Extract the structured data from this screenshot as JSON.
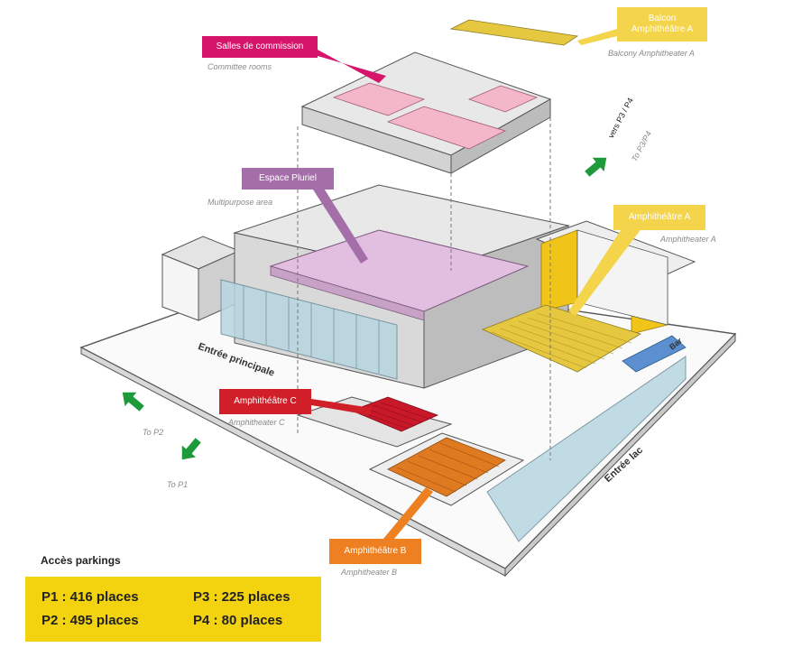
{
  "labels": {
    "salles_commission": {
      "fr": "Salles de commission",
      "en": "Committee rooms",
      "color": "#d6156a"
    },
    "balcon": {
      "fr_line1": "Balcon",
      "fr_line2": "Amphithéâtre A",
      "en": "Balcony Amphitheater A",
      "color": "#f3d44a"
    },
    "vers_p3p4": {
      "fr": "vers P3 / P4",
      "en": "To P3/P4"
    },
    "espace_pluriel": {
      "fr": "Espace Pluriel",
      "en": "Multipurpose area",
      "color": "#a46fa8"
    },
    "amphi_a": {
      "fr": "Amphithéâtre A",
      "en": "Amphitheater A",
      "color": "#f3d44a"
    },
    "amphi_c": {
      "fr": "Amphithéâtre C",
      "en": "Amphitheater C",
      "color": "#d11f2a"
    },
    "amphi_b": {
      "fr": "Amphithéâtre B",
      "en": "Amphitheater B",
      "color": "#ef8021"
    },
    "entree_principale": "Entrée principale",
    "entree_lac": "Entrée lac",
    "bar": "Bar",
    "to_p2": "To P2",
    "to_p1": "To P1"
  },
  "parking": {
    "title": "Accès parkings",
    "p1": "P1 : 416 places",
    "p2": "P2 : 495 places",
    "p3": "P3 : 225 places",
    "p4": "P4 : 80 places",
    "box_color": "#f3d20f"
  },
  "colors": {
    "arrow": "#1f9a3a",
    "committee_room_fill": "#f4b6c9",
    "multipurpose_fill": "#e2bfe1",
    "amphi_a_seats": "#e6c840",
    "amphi_b_seats": "#e07a20",
    "amphi_c_seats": "#c8182a",
    "bar_fill": "#5b8fd0"
  }
}
